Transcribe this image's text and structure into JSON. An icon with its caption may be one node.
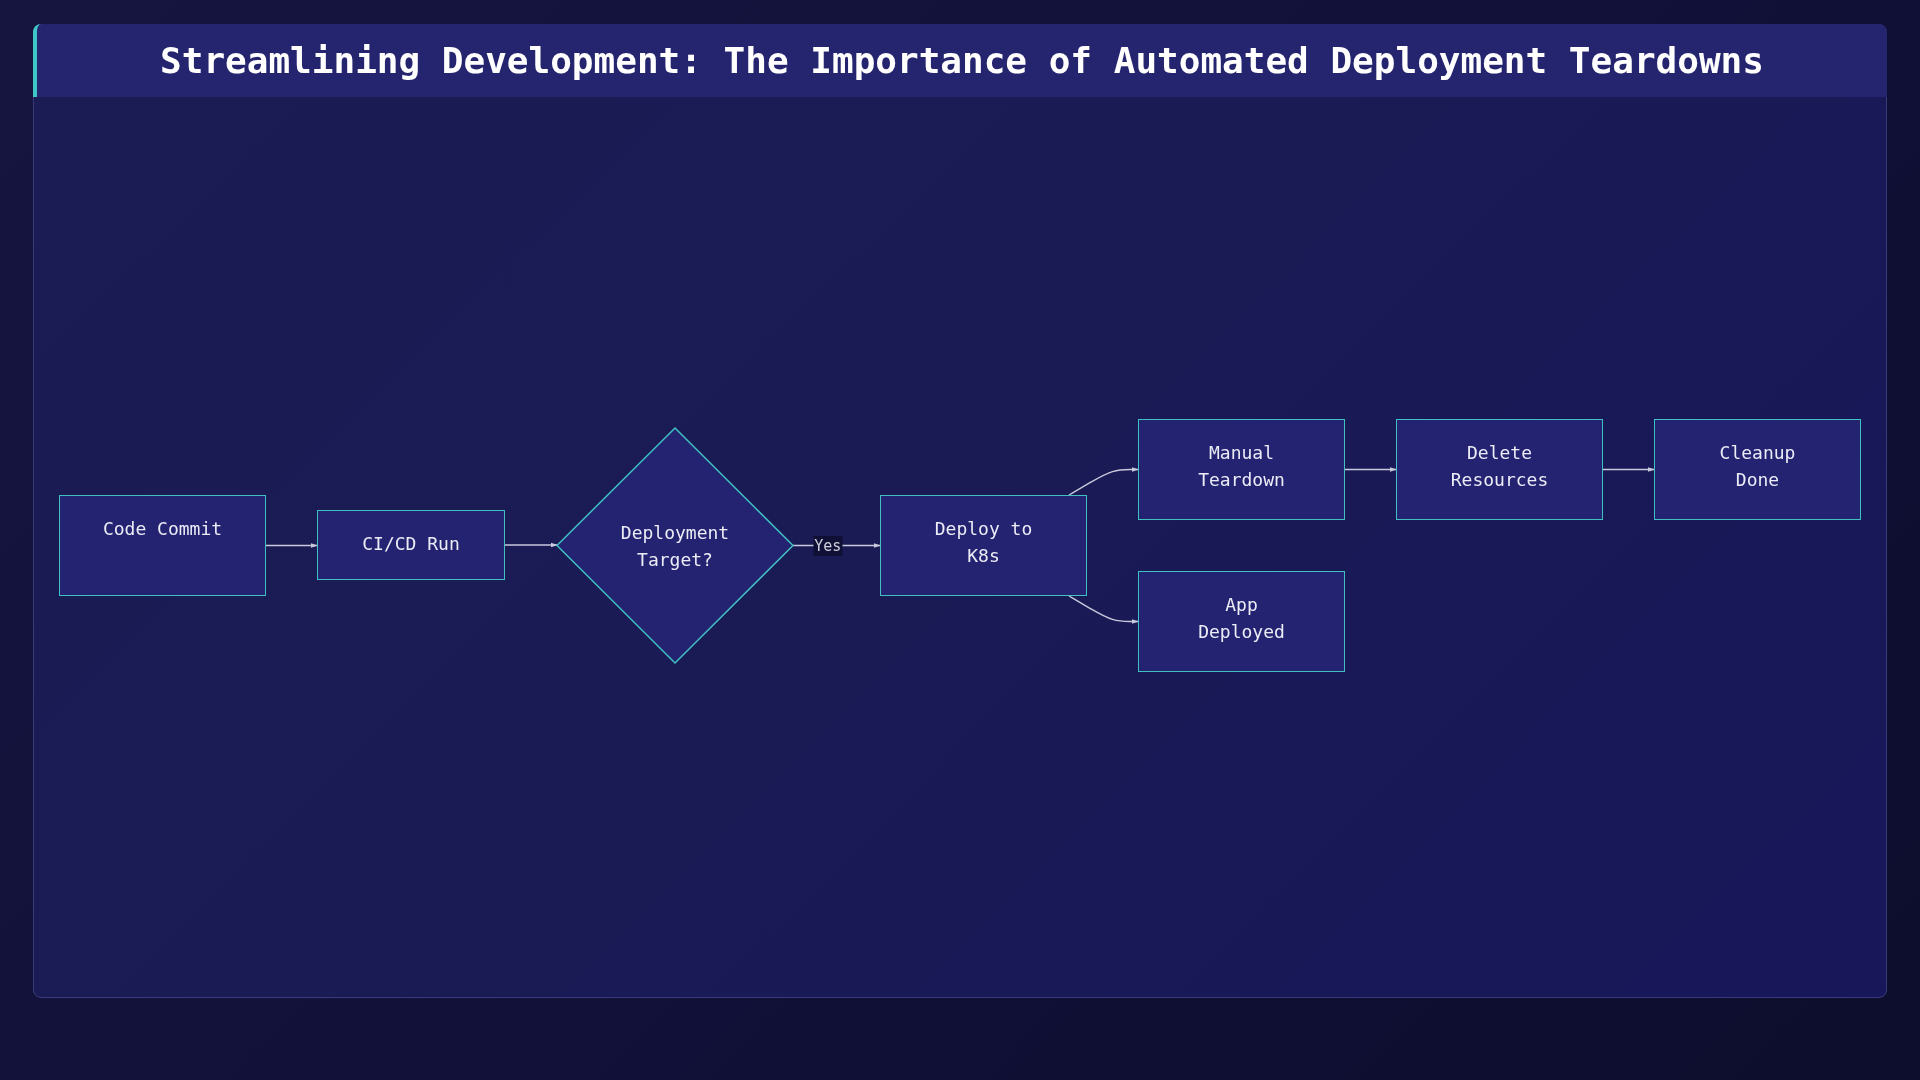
{
  "diagram": {
    "title": "Streamlining Development: The Importance of Automated Deployment Teardowns",
    "nodes": [
      {
        "text": [
          "Code Commit"
        ]
      },
      {
        "text": [
          "CI/CD Run"
        ]
      },
      {
        "text": [
          "Deployment Target?"
        ]
      },
      {
        "text": [
          "Deploy to K8s"
        ]
      },
      {
        "text": [
          "Manual Teardown"
        ]
      },
      {
        "text": [
          "Delete Resources"
        ]
      },
      {
        "text": [
          "Cleanup Done"
        ]
      },
      {
        "text": [
          "App Deployed"
        ]
      }
    ],
    "edges": [
      {
        "from": 0,
        "to": 1,
        "arrow": "to"
      },
      {
        "from": 1,
        "to": 2,
        "arrow": "to"
      },
      {
        "from": 2,
        "to": 3,
        "arrow": "to",
        "label": "Yes"
      },
      {
        "from": 3,
        "to": 4,
        "arrow": "to"
      },
      {
        "from": 3,
        "to": 7,
        "arrow": "to"
      },
      {
        "from": 4,
        "to": 5,
        "arrow": "to"
      },
      {
        "from": 5,
        "to": 6,
        "arrow": "to"
      }
    ]
  }
}
